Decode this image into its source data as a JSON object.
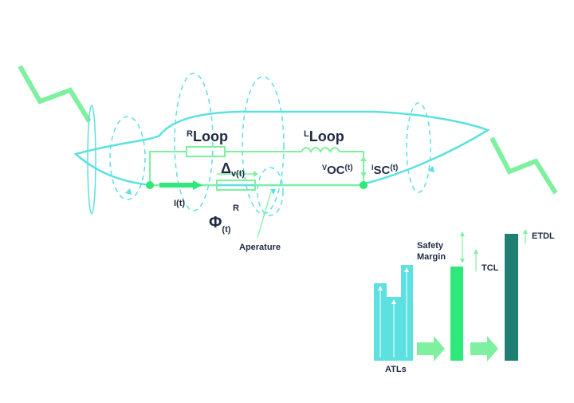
{
  "labels": {
    "r_loop_sup": "R",
    "r_loop_main": "Loop",
    "l_loop_sup": "L",
    "l_loop_main": "Loop",
    "delta_main": "Δ",
    "delta_sub": "v(t)",
    "voc_pre": "V",
    "voc_main": "OC",
    "voc_sup": "(t)",
    "isc_pre": "I",
    "isc_main": "SC",
    "isc_sup": "(t)",
    "current": "I(t)",
    "resistor": "R",
    "phi_main": "Φ",
    "phi_sub": "(t)",
    "aperture": "Aperature",
    "safety_margin_line1": "Safety",
    "safety_margin_line2": "Margin",
    "tcl": "TCL",
    "etdl": "ETDL",
    "atls": "ATLs"
  },
  "colors": {
    "cyan": "#5de0e0",
    "bright_green": "#2ee87a",
    "light_green": "#7ef0a0",
    "dark_teal": "#1f7f72",
    "text": "#1f2a44"
  }
}
